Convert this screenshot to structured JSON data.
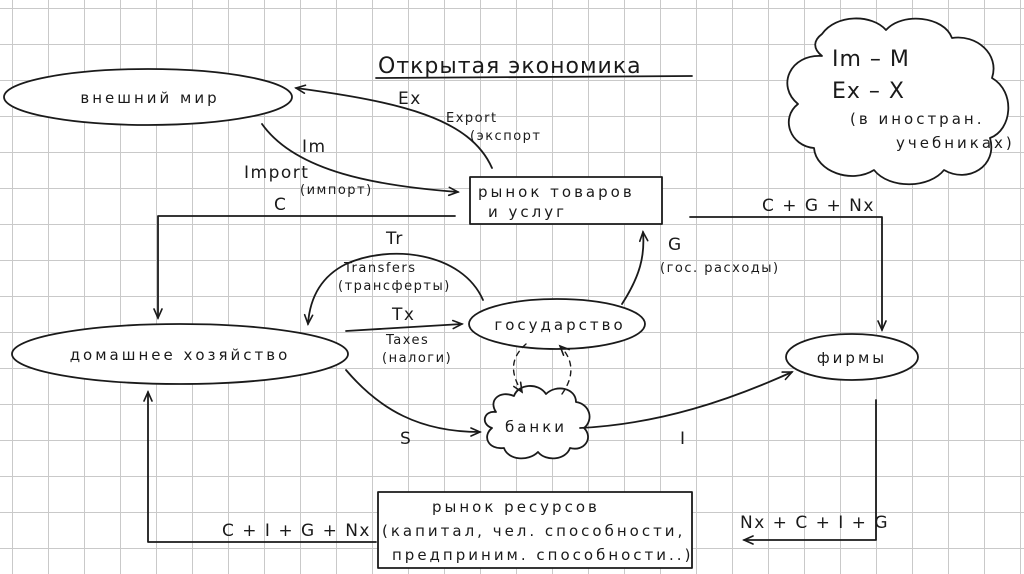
{
  "title": "Открытая экономика",
  "cloud_note": {
    "line1": "Im – M",
    "line2": "Ex – X",
    "line3": "(в иностран.",
    "line4": "учебниках)"
  },
  "nodes": {
    "world": "внешний мир",
    "goods_market_line1": "рынок товаров",
    "goods_market_line2": "и услуг",
    "households": "домашнее хозяйство",
    "government": "государство",
    "firms": "фирмы",
    "banks": "банки",
    "resource_market_line1": "рынок ресурсов",
    "resource_market_line2": "(капитал, чел. способности,",
    "resource_market_line3": "предприним. способности..)"
  },
  "labels": {
    "ex": "Ex",
    "export": "Export",
    "export_ru": "(экспорт",
    "im": "Im",
    "import": "Import",
    "import_ru": "(импорт)",
    "c": "C",
    "c_g_nx": "C + G + Nx",
    "g": "G",
    "g_ru": "(гос. расходы)",
    "tr": "Tr",
    "transfers": "Transfers",
    "transfers_ru": "(трансферты)",
    "tx": "Tx",
    "taxes": "Taxes",
    "taxes_ru": "(налоги)",
    "s": "S",
    "i": "I",
    "c_i_g_nx": "C + I + G + Nx",
    "nx_c_i_g": "Nx + C + I + G"
  }
}
